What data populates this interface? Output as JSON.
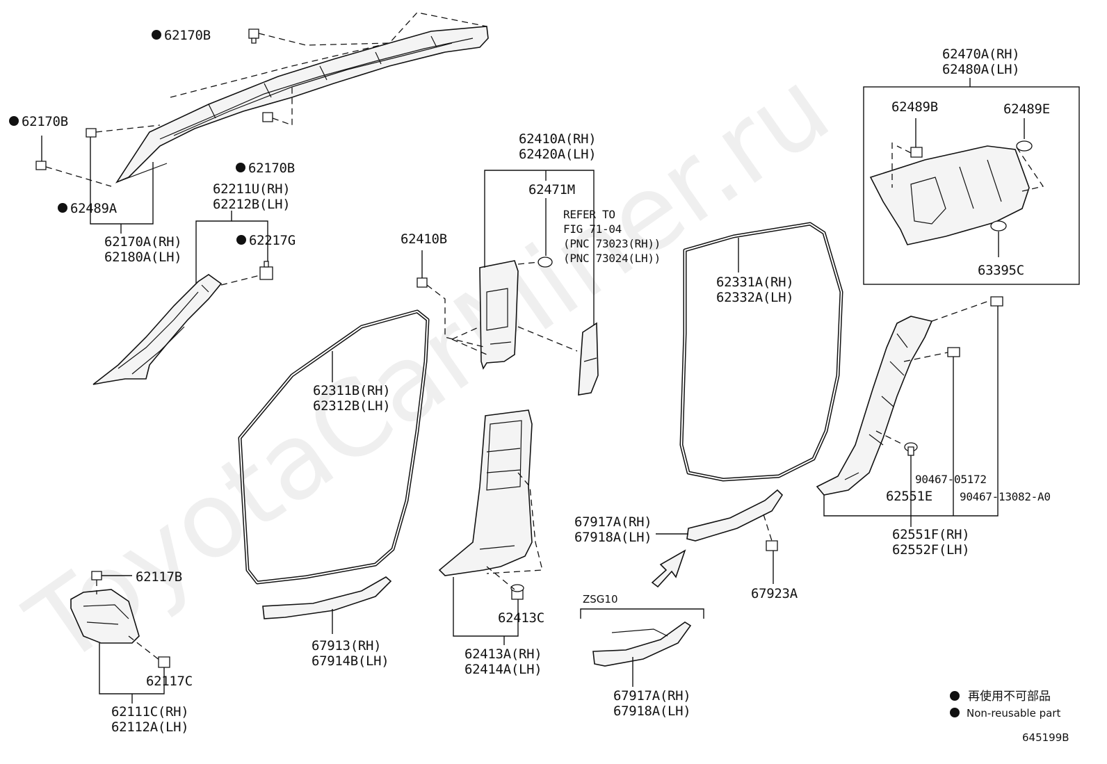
{
  "watermark": "ToyotaCarMiner.ru",
  "diagram_id": "645199B",
  "legend": {
    "ja": "再使用不可部品",
    "en": "Non-reusable part"
  },
  "refer_note": [
    "REFER TO",
    "FIG 71-04",
    "(PNC 73023(RH))",
    "(PNC 73024(LH))"
  ],
  "zsg_label": "ZSG10",
  "labels": {
    "p62170B_a": "62170B",
    "p62170B_b": "62170B",
    "p62170B_c": "62170B",
    "p62489A": "62489A",
    "p62170A": [
      "62170A(RH)",
      "62180A(LH)"
    ],
    "p62211U": [
      "62211U(RH)",
      "62212B(LH)"
    ],
    "p62217G": "62217G",
    "p62410B": "62410B",
    "p62410A": [
      "62410A(RH)",
      "62420A(LH)"
    ],
    "p62471M": "62471M",
    "p62311B": [
      "62311B(RH)",
      "62312B(LH)"
    ],
    "p62331A": [
      "62331A(RH)",
      "62332A(LH)"
    ],
    "p62470A": [
      "62470A(RH)",
      "62480A(LH)"
    ],
    "p62489B": "62489B",
    "p62489E": "62489E",
    "p63395C": "63395C",
    "p90467_05172": "90467-05172",
    "p90467_13082": "90467-13082-A0",
    "p62551E": "62551E",
    "p62551F": [
      "62551F(RH)",
      "62552F(LH)"
    ],
    "p62117B": "62117B",
    "p62117C": "62117C",
    "p62111C": [
      "62111C(RH)",
      "62112A(LH)"
    ],
    "p67913": [
      "67913(RH)",
      "67914B(LH)"
    ],
    "p62413C": "62413C",
    "p62413A": [
      "62413A(RH)",
      "62414A(LH)"
    ],
    "p67917A_top": [
      "67917A(RH)",
      "67918A(LH)"
    ],
    "p67923A": "67923A",
    "p67917A_bottom": [
      "67917A(RH)",
      "67918A(LH)"
    ]
  }
}
